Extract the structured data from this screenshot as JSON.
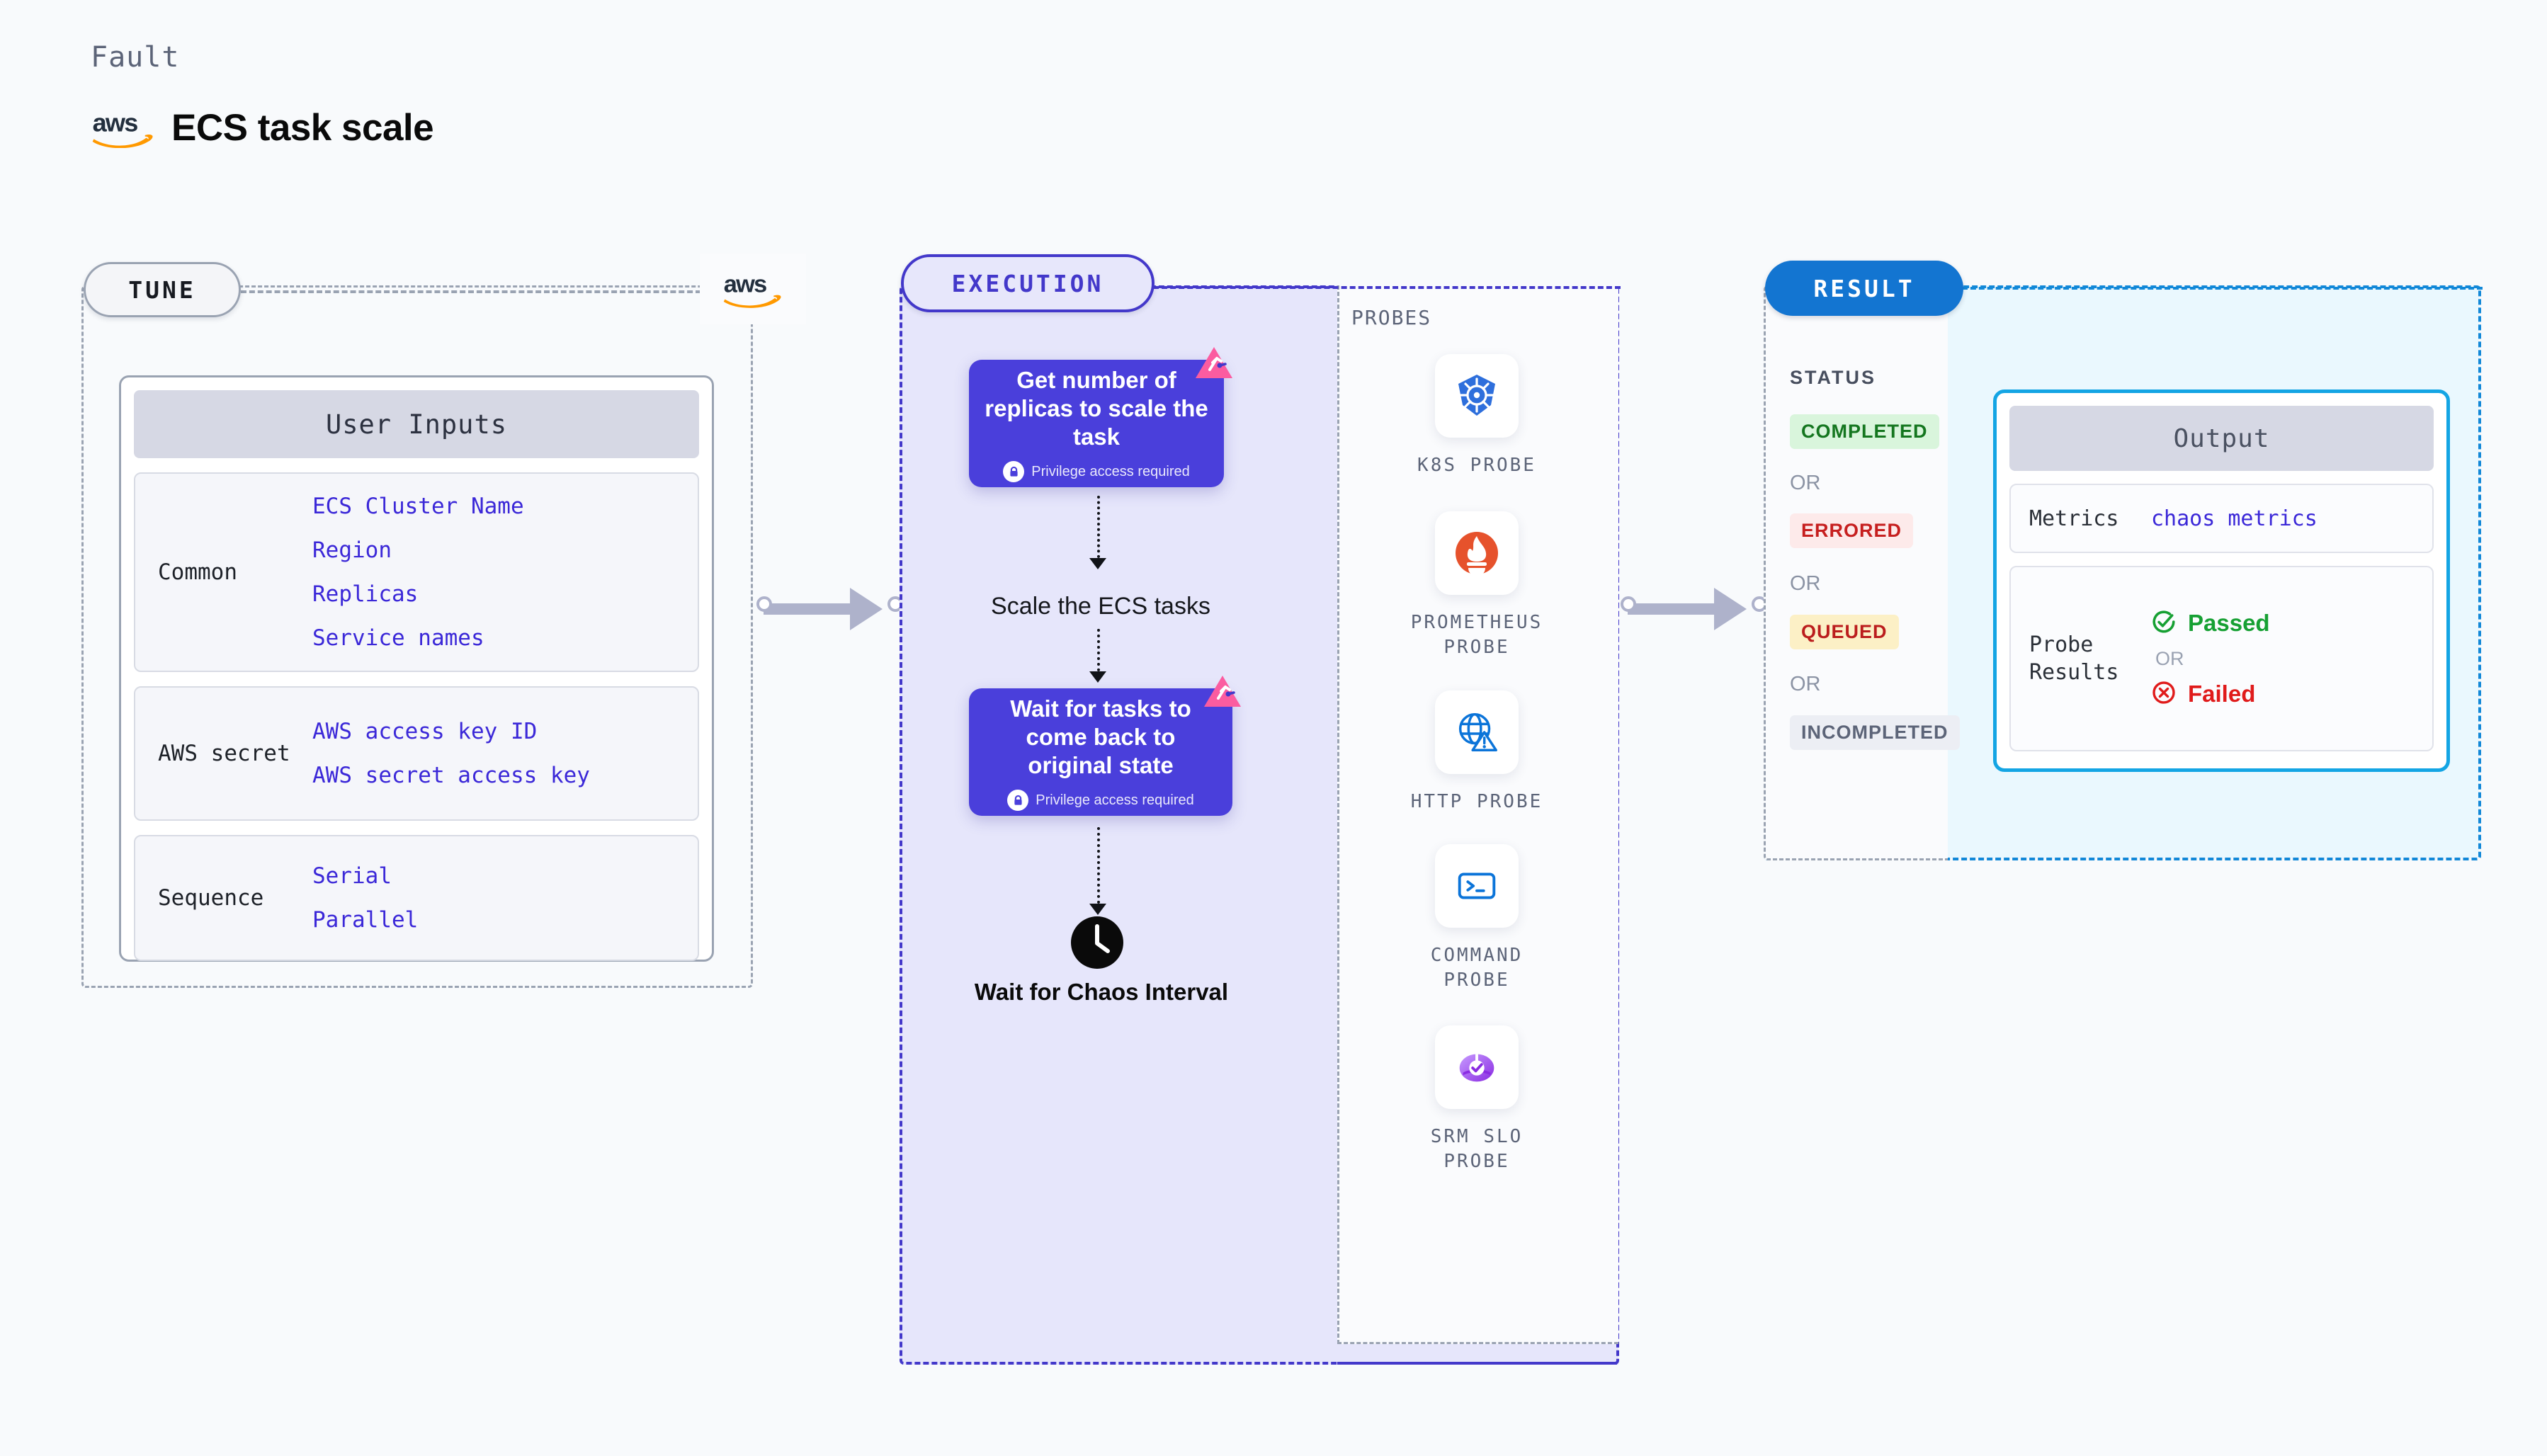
{
  "header": {
    "eyebrow": "Fault",
    "title": "ECS task scale",
    "brand_icon": "aws-logo-icon",
    "brand_text": "aws"
  },
  "colors": {
    "page_bg": "#f8fafc",
    "tune_border": "#9aa3b2",
    "execution_accent": "#4338ca",
    "execution_bg": "#e6e6fb",
    "result_accent": "#1288d8",
    "result_bg": "#eaf8fe",
    "node_bg": "#4a3fdb",
    "value_text": "#3b28d8",
    "chaos_badge": "#fb5ca0",
    "aws_orange": "#ff9900",
    "aws_navy": "#232f3e"
  },
  "tune": {
    "pill_label": "TUNE",
    "aws_badge_icon": "aws-logo-icon",
    "card": {
      "header": "User Inputs",
      "groups": [
        {
          "label": "Common",
          "values": [
            "ECS Cluster Name",
            "Region",
            "Replicas",
            "Service names"
          ]
        },
        {
          "label": "AWS secret",
          "values": [
            "AWS access key ID",
            "AWS secret access key"
          ]
        },
        {
          "label": "Sequence",
          "values": [
            "Serial",
            "Parallel"
          ]
        }
      ]
    }
  },
  "execution": {
    "pill_label": "EXECUTION",
    "nodes": [
      {
        "title": "Get number of replicas to scale the task",
        "privilege_note": "Privilege access required",
        "privilege_icon": "lock-icon",
        "chaos_icon": "chaos-badge-icon"
      },
      {
        "title": "Wait for tasks to come back to original state",
        "privilege_note": "Privilege access required",
        "privilege_icon": "lock-icon",
        "chaos_icon": "chaos-badge-icon"
      }
    ],
    "step_label": "Scale the ECS tasks",
    "wait_step": {
      "icon": "clock-icon",
      "label": "Wait for Chaos Interval"
    }
  },
  "probes": {
    "title": "PROBES",
    "items": [
      {
        "label": "K8S PROBE",
        "icon": "kubernetes-icon",
        "color": "#2e6fdc"
      },
      {
        "label": "PROMETHEUS\nPROBE",
        "icon": "prometheus-icon",
        "color": "#e6522c"
      },
      {
        "label": "HTTP PROBE",
        "icon": "globe-warning-icon",
        "color": "#0b74d9"
      },
      {
        "label": "COMMAND\nPROBE",
        "icon": "terminal-icon",
        "color": "#0b74d9"
      },
      {
        "label": "SRM SLO\nPROBE",
        "icon": "slo-donut-check-icon",
        "color": "#9747ff"
      }
    ]
  },
  "result": {
    "pill_label": "RESULT",
    "status_title": "STATUS",
    "or_label": "OR",
    "statuses": [
      {
        "label": "COMPLETED",
        "bg": "#d9f5dc",
        "fg": "#14761f"
      },
      {
        "label": "ERRORED",
        "bg": "#fdeaea",
        "fg": "#c61f1f"
      },
      {
        "label": "QUEUED",
        "bg": "#fcf0c6",
        "fg": "#bb1d1d"
      },
      {
        "label": "INCOMPLETED",
        "bg": "#eceef4",
        "fg": "#5c6478"
      }
    ],
    "output": {
      "header": "Output",
      "metrics_label": "Metrics",
      "metrics_value": "chaos metrics",
      "probe_results_label": "Probe\nResults",
      "passed_label": "Passed",
      "passed_icon": "check-circle-icon",
      "or_label": "OR",
      "failed_label": "Failed",
      "failed_icon": "x-circle-icon"
    }
  }
}
